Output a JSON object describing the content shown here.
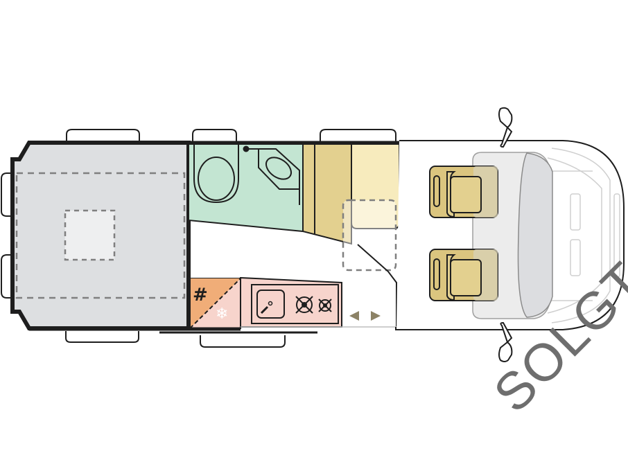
{
  "diagram": {
    "type": "camper-van-floor-plan",
    "orientation": "rear-left, cab-right",
    "zones": [
      {
        "id": "rear-bed",
        "label": "Rear bed / garage",
        "color": "#dddfe1"
      },
      {
        "id": "bathroom",
        "label": "Bathroom (toilet + washbasin)",
        "color": "#c3e5d2"
      },
      {
        "id": "wardrobe",
        "label": "Wardrobe / seating",
        "color": "#e3d08f"
      },
      {
        "id": "bench",
        "label": "Bench seat",
        "color": "#f7ebbd"
      },
      {
        "id": "fridge",
        "label": "Fridge / heater",
        "color": "#f0ad78"
      },
      {
        "id": "kitchen",
        "label": "Kitchen (sink + 2-burner hob)",
        "color": "#f7d4cc"
      },
      {
        "id": "cab-seats",
        "label": "Cab swivel seats",
        "color": "#dbc57f"
      },
      {
        "id": "cab",
        "label": "Driver cab",
        "color": "#ececec"
      }
    ],
    "icons": [
      "toilet-icon",
      "washbasin-icon",
      "heater-icon",
      "snowflake-icon",
      "sink-icon",
      "burner-icon",
      "door-arrows-icon",
      "mirror-icon"
    ],
    "accent_arrow_color": "#8c8266",
    "outline_color": "#1e1e1e"
  },
  "watermark": {
    "text": "SOLGT",
    "color": "#6e6e6e"
  }
}
